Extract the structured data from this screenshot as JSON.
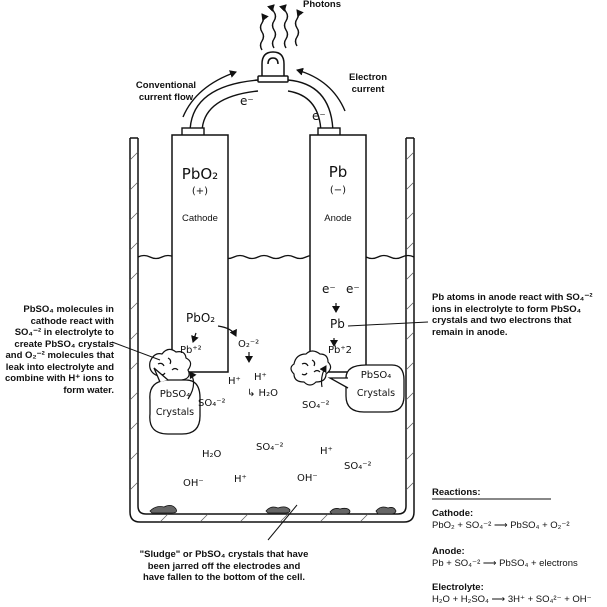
{
  "labels": {
    "photons": "Photons",
    "conventional_current": "Conventional current flow",
    "electron_current": "Electron current",
    "electron_left": "e⁻",
    "electron_right": "e⁻",
    "cathode_formula": "PbO₂",
    "cathode_sign": "(+)",
    "cathode_name": "Cathode",
    "anode_formula": "Pb",
    "anode_sign": "(−)",
    "anode_name": "Anode",
    "cathode_note": "PbSO₄ molecules in cathode react with SO₄⁻² in electrolyte to create PbSO₄ crystals and O₂⁻² molecules that leak into electrolyte and combine with H⁺ ions to form water.",
    "anode_note": "Pb atoms in anode react with SO₄⁻² ions in electrolyte to form PbSO₄ crystals and two electrons that remain in anode.",
    "sludge_note": "\"Sludge\" or PbSO₄ crystals that have been jarred off the electrodes and have fallen to the bottom of the cell.",
    "crystals_left_1": "PbSO₄",
    "crystals_left_2": "Crystals",
    "crystals_right_1": "PbSO₄",
    "crystals_right_2": "Crystals"
  },
  "chemistry": {
    "cathode_pbo2": "PbO₂",
    "cathode_pb2": "Pb⁺²",
    "cathode_o2": "O₂⁻²",
    "cathode_h1": "H⁺",
    "cathode_h2": "H⁺",
    "cathode_h2o": "↳ H₂O",
    "cathode_so4": "SO₄⁻²",
    "anode_e1": "e⁻",
    "anode_e2": "e⁻",
    "anode_pb": "Pb",
    "anode_pb2": "Pb⁺2",
    "anode_so4": "SO₄⁻²",
    "bulk_h2o": "H₂O",
    "bulk_so4_a": "SO₄⁻²",
    "bulk_h": "H⁺",
    "bulk_so4_b": "SO₄⁻²",
    "bulk_oh_a": "OH⁻",
    "bulk_h_b": "H⁺",
    "bulk_oh_b": "OH⁻"
  },
  "reactions": {
    "heading": "Reactions:",
    "cathode_title": "Cathode:",
    "cathode_eq": "PbO₂ + SO₄⁻² ⟶ PbSO₄ + O₂⁻²",
    "anode_title": "Anode:",
    "anode_eq": "Pb + SO₄⁻² ⟶ PbSO₄ + electrons",
    "electrolyte_title": "Electrolyte:",
    "electrolyte_eq": "H₂O + H₂SO₄ ⟶ 3H⁺ + SO₄²⁻ + OH⁻"
  }
}
